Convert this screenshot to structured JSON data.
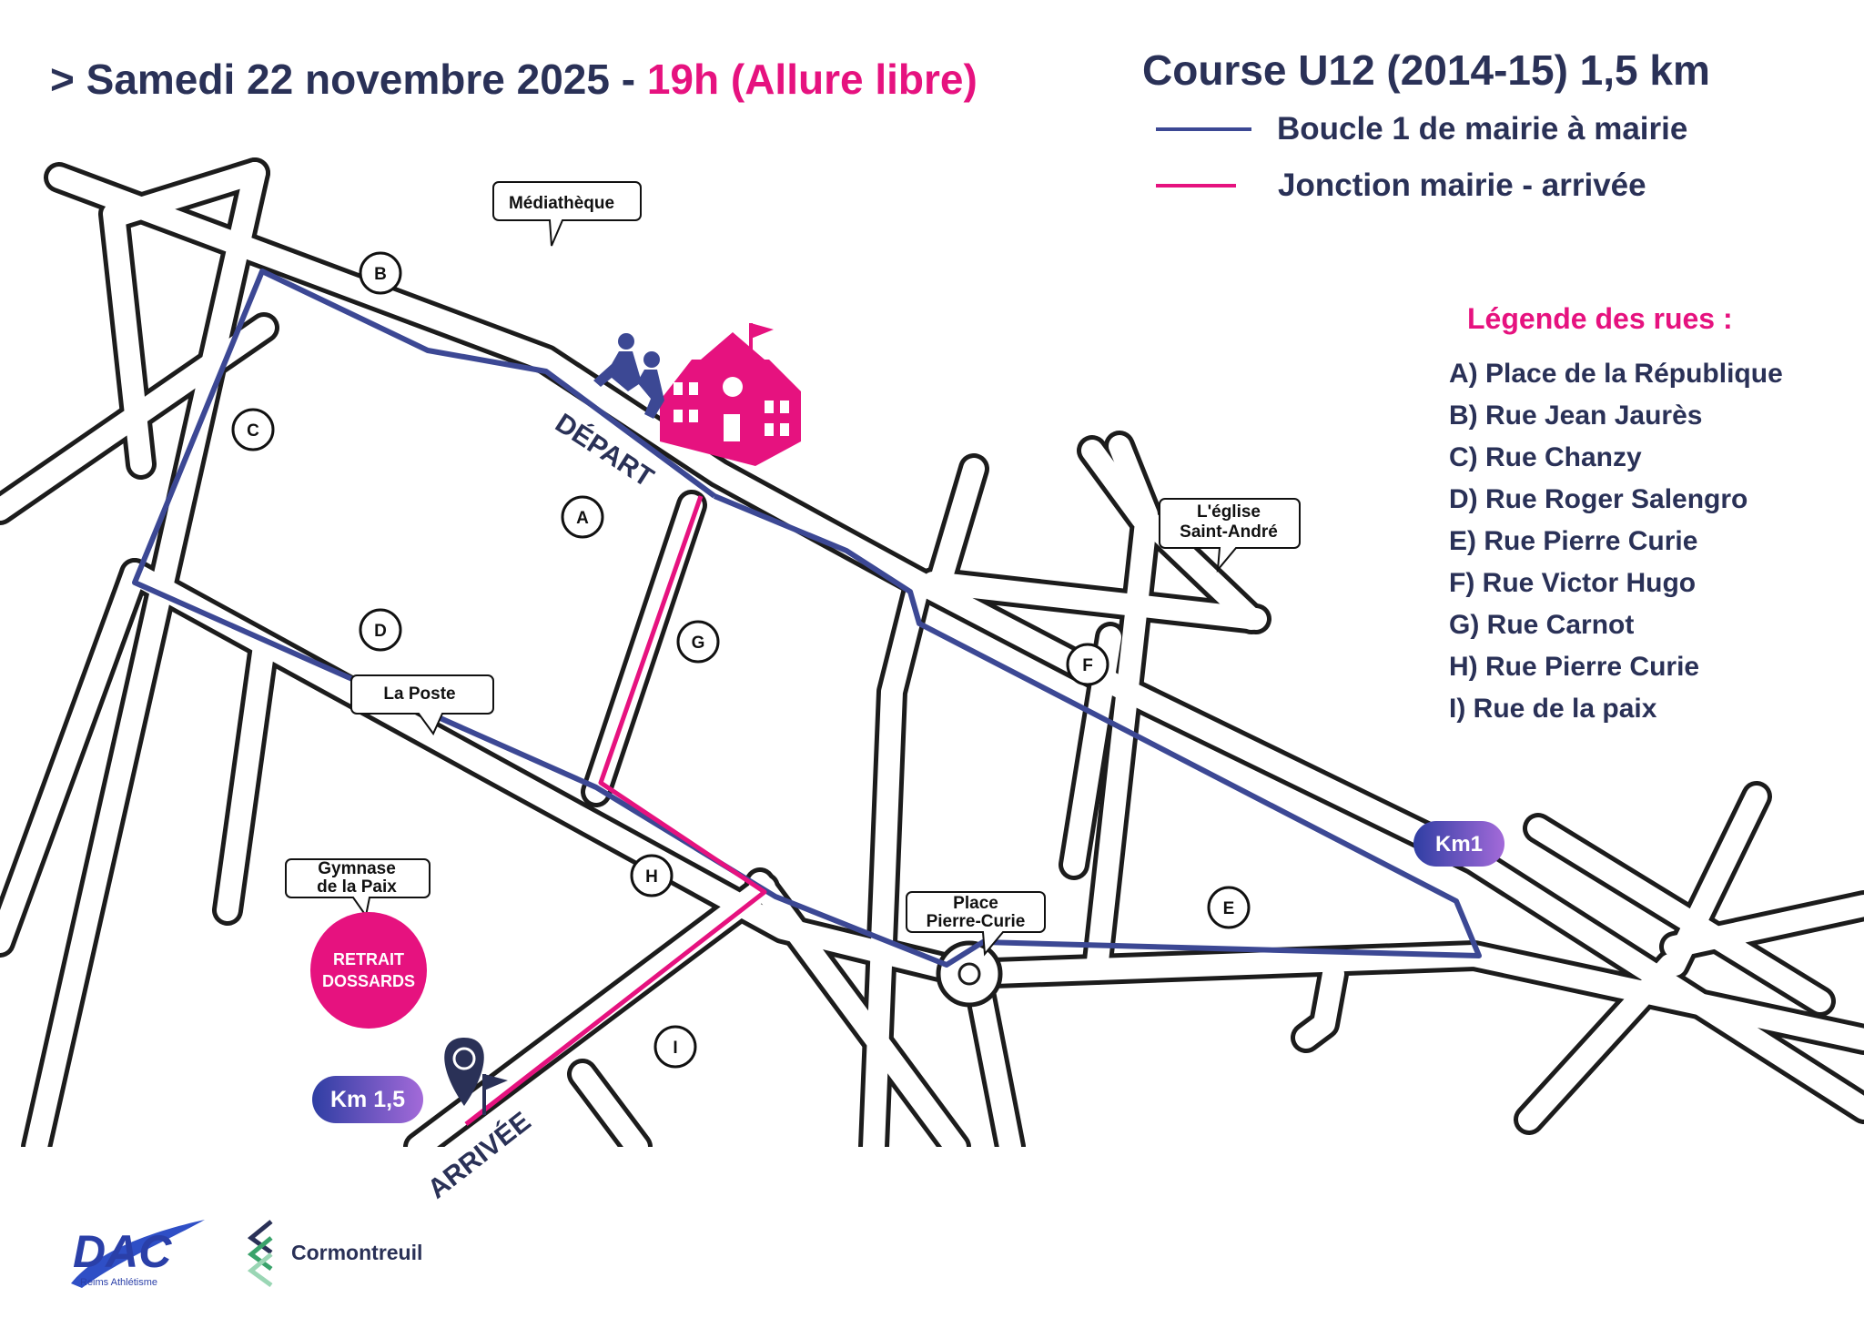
{
  "header": {
    "date": "> Samedi 22 novembre 2025 -",
    "time": "19h (Allure libre)"
  },
  "course": {
    "title": "Course U12 (2014-15) 1,5 km"
  },
  "legend": [
    {
      "label": "Boucle 1 de mairie à mairie",
      "color": "#3c4894"
    },
    {
      "label": "Jonction mairie - arrivée",
      "color": "#e6127f"
    }
  ],
  "streets": {
    "title": "Légende des rues :",
    "items": [
      "A) Place de la République",
      "B) Rue Jean Jaurès",
      "C) Rue Chanzy",
      "D) Rue Roger Salengro",
      "E) Rue Pierre Curie",
      "F) Rue Victor Hugo",
      "G) Rue Carnot",
      "H) Rue Pierre Curie",
      "I) Rue de la paix"
    ]
  },
  "street_markers": [
    "A",
    "B",
    "C",
    "D",
    "E",
    "F",
    "G",
    "H",
    "I"
  ],
  "places": {
    "mediatheque": "Médiathèque",
    "eglise_line1": "L'église",
    "eglise_line2": "Saint-André",
    "la_poste": "La Poste",
    "gymnase_line1": "Gymnase",
    "gymnase_line2": "de la Paix",
    "place_line1": "Place",
    "place_line2": "Pierre-Curie"
  },
  "retrait": {
    "line1": "RETRAIT",
    "line2": "DOSSARDS"
  },
  "labels": {
    "depart": "DÉPART",
    "arrivee": "ARRIVÉE"
  },
  "km_badges": {
    "km1": "Km1",
    "km15": "Km 1,5"
  },
  "logos": {
    "dac_text": "DAC",
    "dac_sub": "Reims Athlétisme",
    "cormontreuil": "Cormontreuil"
  },
  "colors": {
    "navy": "#2a3157",
    "route_blue": "#3c4894",
    "pink": "#e6127f",
    "street": "#1c1c1c"
  }
}
